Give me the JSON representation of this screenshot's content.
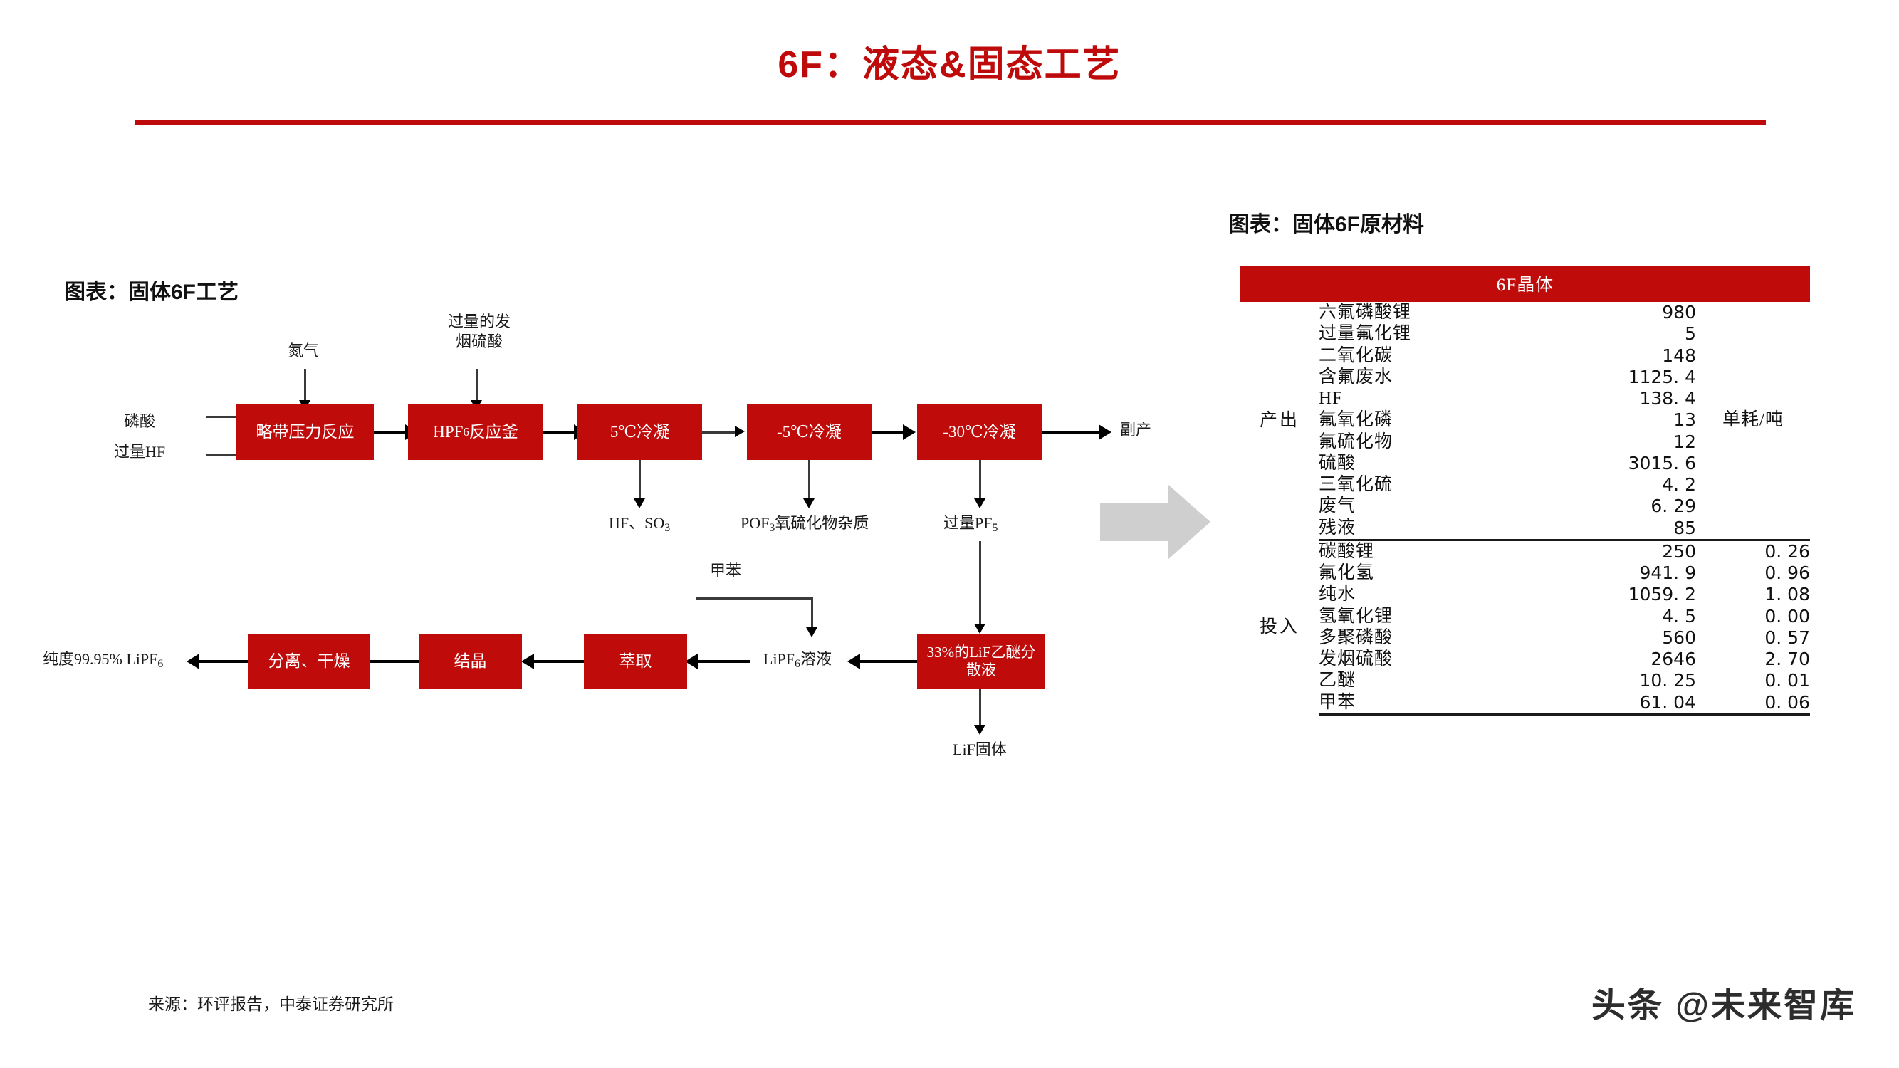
{
  "header": {
    "title": "6F：液态&固态工艺",
    "accent_color": "#BE0A0A"
  },
  "left_panel": {
    "caption": "图表：固体6F工艺",
    "nodes": [
      {
        "id": "n1",
        "label": "略带压力反应"
      },
      {
        "id": "n2",
        "label": "HPF6反应釜"
      },
      {
        "id": "n3",
        "label": "5℃冷凝"
      },
      {
        "id": "n4",
        "label": "-5℃冷凝"
      },
      {
        "id": "n5",
        "label": "-30℃冷凝"
      },
      {
        "id": "n6",
        "label": "33%的LiF乙醚分散液"
      },
      {
        "id": "n7",
        "label": "萃取"
      },
      {
        "id": "n8",
        "label": "结晶"
      },
      {
        "id": "n9",
        "label": "分离、干燥"
      }
    ],
    "labels": {
      "input_acid": "磷酸",
      "input_hf": "过量HF",
      "nitrogen": "氮气",
      "fuming_acid": "过量的发\n烟硫酸",
      "byproduct": "副产",
      "out_hf_so3": "HF、SO3",
      "out_pof3": "POF3氧硫化物杂质",
      "out_pf5": "过量PF5",
      "toluene": "甲苯",
      "lipf6_solution": "LiPF6溶液",
      "lif_solid": "LiF固体",
      "final_product": "纯度99.95% LiPF6"
    },
    "node_color": "#C00B0B"
  },
  "right_panel": {
    "caption": "图表：固体6F原材料",
    "table": {
      "header": "6F晶体",
      "unit_note": "单耗/吨",
      "groups": [
        {
          "name": "产出",
          "rows": [
            {
              "item": "六氟磷酸锂",
              "value": "980",
              "unit": ""
            },
            {
              "item": "过量氟化锂",
              "value": "5",
              "unit": ""
            },
            {
              "item": "二氧化碳",
              "value": "148",
              "unit": ""
            },
            {
              "item": "含氟废水",
              "value": "1125. 4",
              "unit": ""
            },
            {
              "item": "HF",
              "value": "138. 4",
              "unit": ""
            },
            {
              "item": "氟氧化磷",
              "value": "13",
              "unit": ""
            },
            {
              "item": "氟硫化物",
              "value": "12",
              "unit": ""
            },
            {
              "item": "硫酸",
              "value": "3015. 6",
              "unit": ""
            },
            {
              "item": "三氧化硫",
              "value": "4. 2",
              "unit": ""
            },
            {
              "item": "废气",
              "value": "6. 29",
              "unit": ""
            },
            {
              "item": "残液",
              "value": "85",
              "unit": ""
            }
          ]
        },
        {
          "name": "投入",
          "rows": [
            {
              "item": "碳酸锂",
              "value": "250",
              "unit": "0. 26"
            },
            {
              "item": "氟化氢",
              "value": "941. 9",
              "unit": "0. 96"
            },
            {
              "item": "纯水",
              "value": "1059. 2",
              "unit": "1. 08"
            },
            {
              "item": "氢氧化锂",
              "value": "4. 5",
              "unit": "0. 00"
            },
            {
              "item": "多聚磷酸",
              "value": "560",
              "unit": "0. 57"
            },
            {
              "item": "发烟硫酸",
              "value": "2646",
              "unit": "2. 70"
            },
            {
              "item": "乙醚",
              "value": "10. 25",
              "unit": "0. 01"
            },
            {
              "item": "甲苯",
              "value": "61. 04",
              "unit": "0. 06"
            }
          ]
        }
      ],
      "header_color": "#C00B0B"
    }
  },
  "footer": {
    "source": "来源：环评报告，中泰证券研究所",
    "watermark": "头条 @未来智库"
  }
}
